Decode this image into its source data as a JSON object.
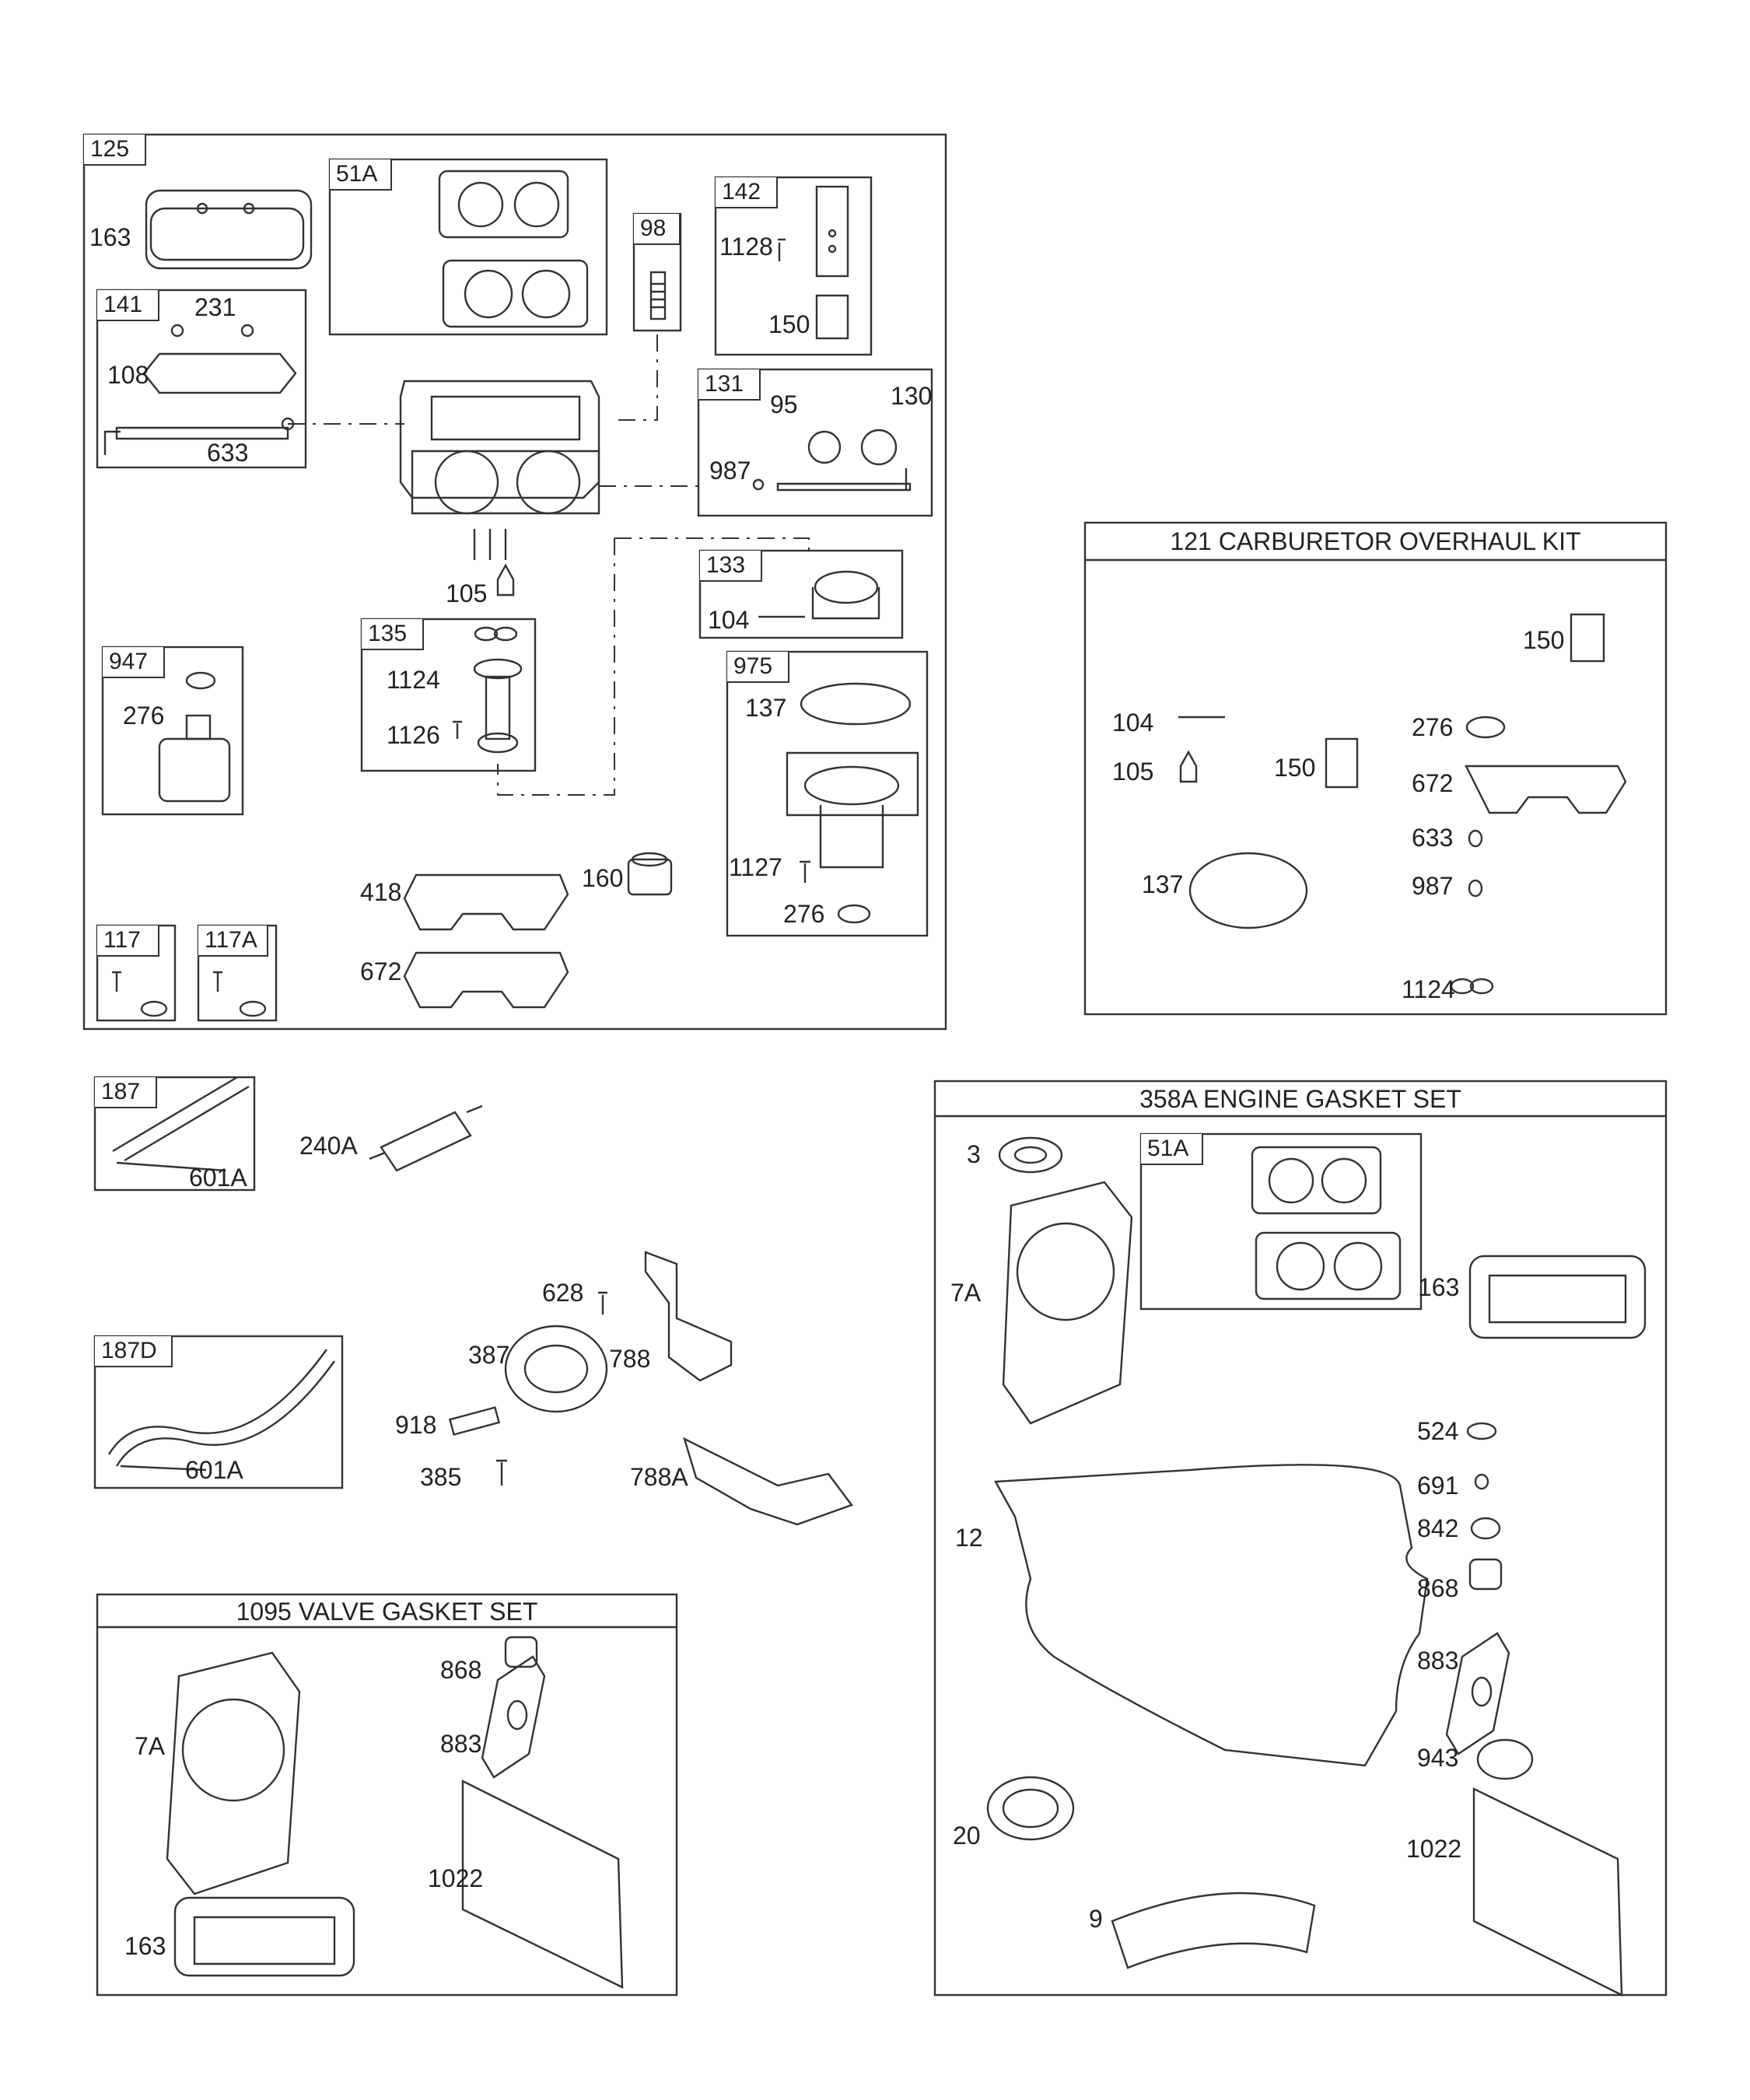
{
  "diagram": {
    "kits": {
      "carburetor_overhaul": "121 CARBURETOR OVERHAUL KIT",
      "engine_gasket_set": "358A ENGINE GASKET SET",
      "valve_gasket_set": "1095 VALVE GASKET SET"
    },
    "box_labels": {
      "b125": "125",
      "b51a": "51A",
      "b98": "98",
      "b142": "142",
      "b141": "141",
      "b131": "131",
      "b133": "133",
      "b135": "135",
      "b975": "975",
      "b947": "947",
      "b117": "117",
      "b117a": "117A",
      "b187": "187",
      "b187d": "187D",
      "b51a_b": "51A"
    },
    "part_labels": {
      "p163": "163",
      "p231": "231",
      "p108": "108",
      "p633": "633",
      "p1128": "1128",
      "p150": "150",
      "p95": "95",
      "p130": "130",
      "p987": "987",
      "p104": "104",
      "p105": "105",
      "p1124": "1124",
      "p1126": "1126",
      "p276": "276",
      "p137": "137",
      "p1127": "1127",
      "p276b": "276",
      "p418": "418",
      "p672": "672",
      "p160": "160",
      "k150a": "150",
      "k104": "104",
      "k105": "105",
      "k150b": "150",
      "k276": "276",
      "k672": "672",
      "k633": "633",
      "k137": "137",
      "k987": "987",
      "k1124": "1124",
      "p601a": "601A",
      "p240a": "240A",
      "p628": "628",
      "p387": "387",
      "p788": "788",
      "p918": "918",
      "p385": "385",
      "p788a": "788A",
      "p601a_b": "601A",
      "v7a": "7A",
      "v868": "868",
      "v883": "883",
      "v1022": "1022",
      "v163": "163",
      "e3": "3",
      "e7a": "7A",
      "e163": "163",
      "e524": "524",
      "e691": "691",
      "e842": "842",
      "e12": "12",
      "e868": "868",
      "e883": "883",
      "e943": "943",
      "e20": "20",
      "e1022": "1022",
      "e9": "9"
    }
  }
}
